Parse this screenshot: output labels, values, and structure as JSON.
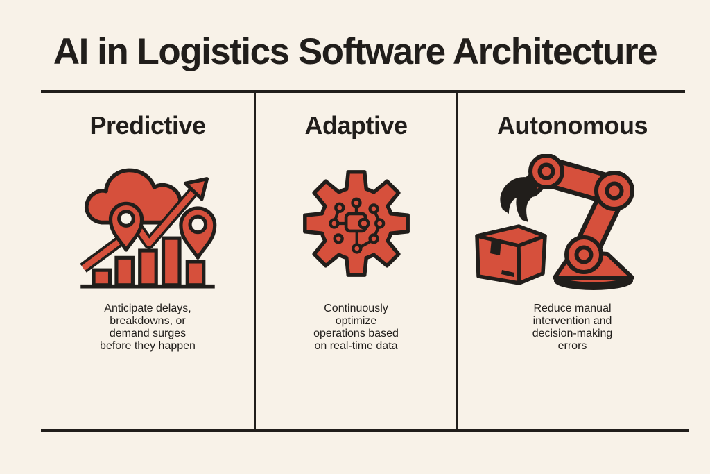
{
  "title": "AI in Logistics Software Architecture",
  "colors": {
    "background": "#F8F2E8",
    "accent_red": "#D6503C",
    "ink": "#211E1B"
  },
  "columns": [
    {
      "header": "Predictive",
      "icon": "forecast-trend-icon",
      "description_lines": [
        "Anticipate delays,",
        "breakdowns, or",
        "demand surges",
        "before they happen"
      ]
    },
    {
      "header": "Adaptive",
      "icon": "gear-circuit-icon",
      "description_lines": [
        "Continuously",
        "optimize",
        "operations based",
        "on real-time data"
      ]
    },
    {
      "header": "Autonomous",
      "icon": "robot-arm-icon",
      "description_lines": [
        "Reduce manual",
        "intervention and",
        "decision-making",
        "errors"
      ]
    }
  ]
}
